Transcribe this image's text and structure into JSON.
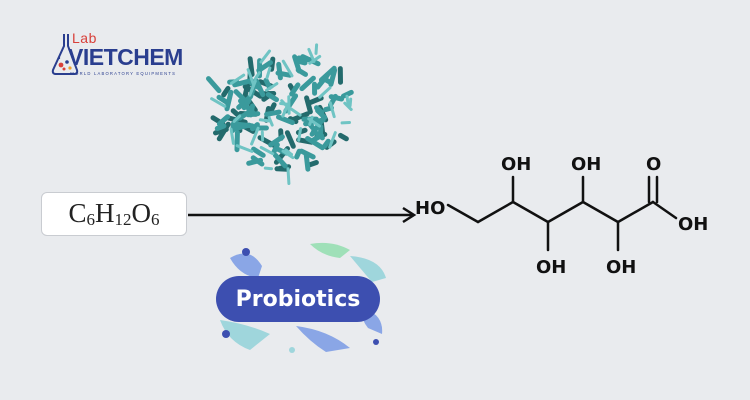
{
  "logo": {
    "lab_text": "Lab",
    "brand_text": "VIETCHEM",
    "tagline": "WORLD LABORATORY EQUIPMENTS",
    "colors": {
      "red": "#d8403a",
      "blue": "#2a3e8f"
    }
  },
  "formula": {
    "parts": [
      {
        "text": "C",
        "sub": false
      },
      {
        "text": "6",
        "sub": true
      },
      {
        "text": "H",
        "sub": false
      },
      {
        "text": "12",
        "sub": true
      },
      {
        "text": "O",
        "sub": false
      },
      {
        "text": "6",
        "sub": true
      }
    ]
  },
  "probiotics": {
    "label": "Probiotics",
    "colors": {
      "pill": "#3d4fb0",
      "splash_teal": "#9fd6dc",
      "splash_blue": "#8aa6e6",
      "splash_green": "#9fe0b8"
    }
  },
  "molecule": {
    "name_icon": "gluconic-acid-skeletal-structure",
    "labels": {
      "left_end": "HO",
      "top_oh_1": "OH",
      "top_oh_2": "OH",
      "carbonyl_o": "O",
      "acid_oh": "OH",
      "bottom_oh_1": "OH",
      "bottom_oh_2": "OH"
    },
    "colors": {
      "bond": "#111111"
    }
  },
  "protein": {
    "icon": "protein-3d-structure-icon",
    "colors": {
      "main": "#3a9a9c",
      "dark": "#236a6c",
      "light": "#6fc4c4"
    }
  },
  "background_color": "#e9ebee"
}
